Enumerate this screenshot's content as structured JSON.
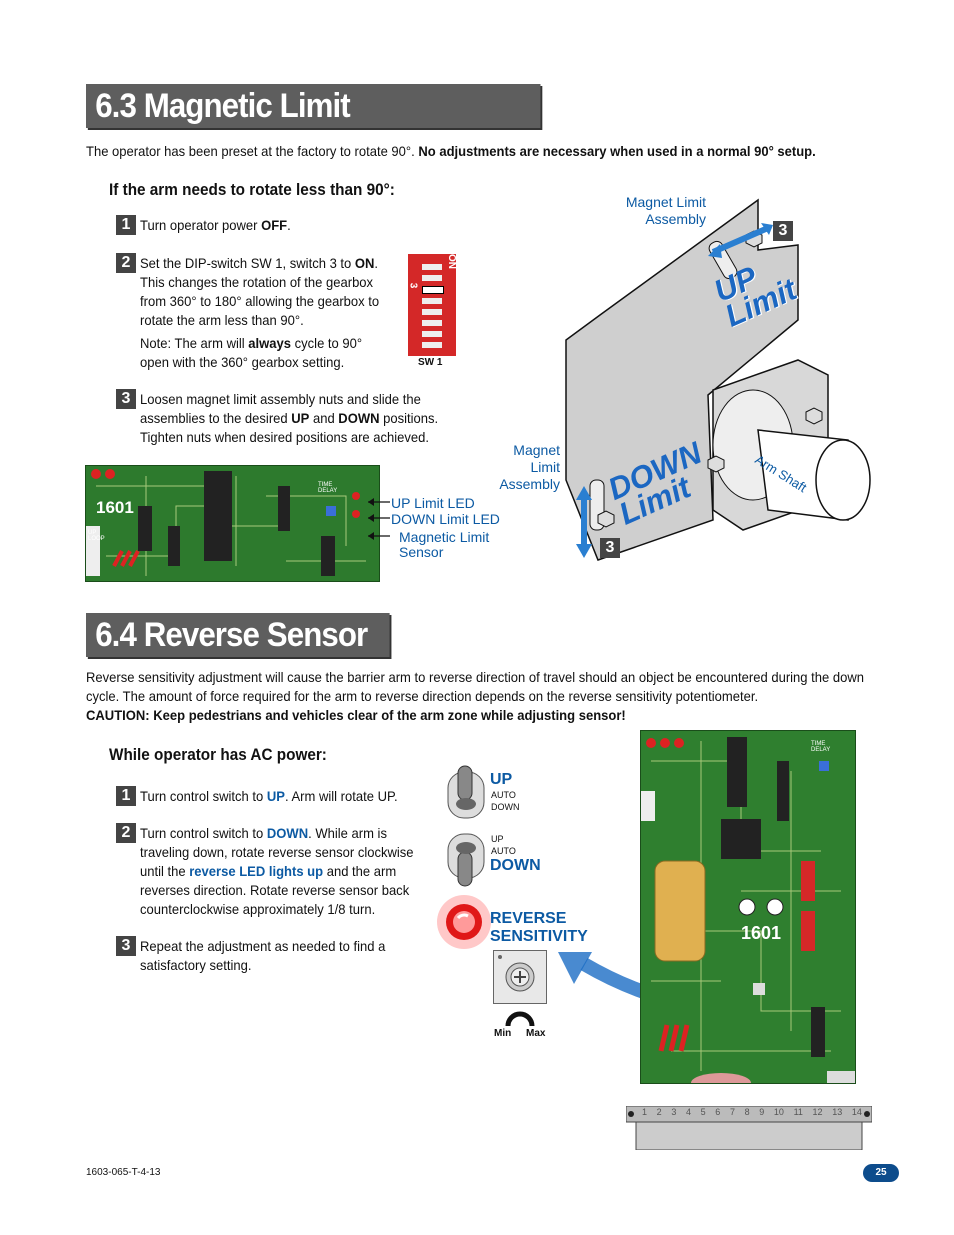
{
  "section63": {
    "title": "6.3 Magnetic Limit Adjustments",
    "intro_normal": "The operator has been preset at the factory to rotate 90°.",
    "intro_bold": "No adjustments are necessary when used in a normal 90° setup.",
    "subhead": "If the arm needs to rotate less than 90°:",
    "steps": [
      {
        "num": "1",
        "pre": "Turn operator power ",
        "b1": "OFF",
        "post": "."
      },
      {
        "num": "2",
        "pre": "Set the DIP-switch SW 1, switch 3 to ",
        "b1": "ON",
        "post": ". This changes the rotation of the gearbox from 360° to 180° allowing the gearbox to rotate the arm less than 90°."
      },
      {
        "num": "3",
        "pre": "Loosen magnet limit assembly nuts and slide the assemblies to the desired ",
        "b1": "UP",
        "mid": " and ",
        "b2": "DOWN",
        "post": " positions. Tighten nuts when desired positions are achieved."
      }
    ],
    "note_pre": "Note: The arm will ",
    "note_bold": "always",
    "note_post": " cycle to 90° open with the 360° gearbox setting.",
    "dip": {
      "on_label": "ON",
      "switch_num": "3",
      "label": "SW 1"
    },
    "board": {
      "model": "1601",
      "time_delay": "TIME DELAY",
      "up_loop": "UP LOOP",
      "labels": [
        "UP Limit LED",
        "DOWN Limit LED",
        "Magnetic Limit Sensor"
      ]
    },
    "diagram": {
      "magnet_limit_assembly": "Magnet Limit Assembly",
      "magnet_limit_assembly2": "Magnet Limit Assembly",
      "up_limit": "UP Limit",
      "down_limit": "DOWN Limit",
      "arm_shaft": "Arm Shaft",
      "marker": "3"
    }
  },
  "section64": {
    "title": "6.4 Reverse Sensor",
    "intro": "Reverse sensitivity adjustment will cause the barrier arm to reverse direction of travel should an object be encountered during the down cycle. The amount of force required for the arm to reverse direction depends on the reverse sensitivity potentiometer.",
    "caution": "CAUTION: Keep pedestrians and vehicles clear of the arm zone while adjusting sensor!",
    "subhead": "While operator has AC power:",
    "steps": [
      {
        "num": "1",
        "pre": "Turn control switch to ",
        "blue": "UP",
        "post": ". Arm will rotate UP."
      },
      {
        "num": "2",
        "pre": "Turn control switch to ",
        "blue": "DOWN",
        "mid": ". While arm is traveling down, rotate reverse sensor clockwise until the ",
        "blue2": "reverse LED lights up",
        "post": " and the arm reverses direction. Rotate reverse sensor back counterclockwise approximately 1/8 turn."
      },
      {
        "num": "3",
        "pre": "Repeat the adjustment as needed to find a satisfactory setting."
      }
    ],
    "switch1": {
      "head": "UP",
      "a": "AUTO",
      "b": "DOWN"
    },
    "switch2": {
      "a": "UP",
      "b": "AUTO",
      "head": "DOWN"
    },
    "reverse_label1": "REVERSE",
    "reverse_label2": "SENSITIVITY",
    "pot_min": "Min",
    "pot_max": "Max",
    "board": {
      "model": "1601",
      "time_delay": "TIME DELAY",
      "terminals": [
        "1",
        "2",
        "3",
        "4",
        "5",
        "6",
        "7",
        "8",
        "9",
        "10",
        "11",
        "12",
        "13",
        "14"
      ]
    }
  },
  "footer": {
    "code": "1603-065-T-4-13",
    "page": "25"
  },
  "colors": {
    "blue": "#0c5aa3",
    "title_bg": "#5e5e5e",
    "pcb": "#2d7a2d",
    "page_pill": "#0d4c8c"
  }
}
